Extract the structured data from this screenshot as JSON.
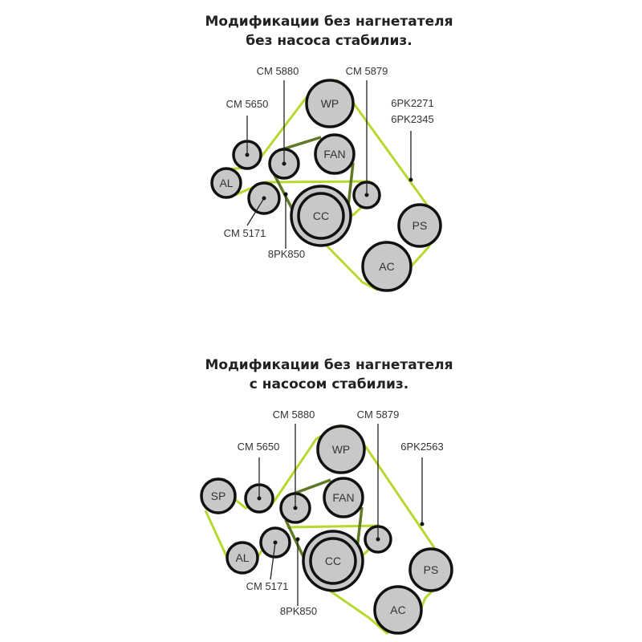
{
  "colors": {
    "belt_outer": "#b5d92e",
    "belt_inner": "#5e7a25",
    "pulley_fill": "#c8c8c8",
    "stroke": "#111111"
  },
  "diagrams": [
    {
      "title_line1": "Модификации без нагнетателя",
      "title_line2": "без насоса стабилиз.",
      "pulleys": {
        "WP": "WP",
        "FAN": "FAN",
        "AL": "AL",
        "CC": "CC",
        "PS": "PS",
        "AC": "AC"
      },
      "labels": {
        "cm5650": "CM 5650",
        "cm5880": "CM 5880",
        "cm5879": "CM 5879",
        "belt_a": "6PK2271",
        "belt_b": "6PK2345",
        "cm5171": "CM 5171",
        "pk850": "8PK850"
      }
    },
    {
      "title_line1": "Модификации без нагнетателя",
      "title_line2": "с насосом стабилиз.",
      "pulleys": {
        "SP": "SP",
        "WP": "WP",
        "FAN": "FAN",
        "AL": "AL",
        "CC": "CC",
        "PS": "PS",
        "AC": "AC"
      },
      "labels": {
        "cm5650": "CM 5650",
        "cm5880": "CM 5880",
        "cm5879": "CM 5879",
        "belt_a": "6PK2563",
        "cm5171": "CM 5171",
        "pk850": "8PK850"
      }
    }
  ]
}
